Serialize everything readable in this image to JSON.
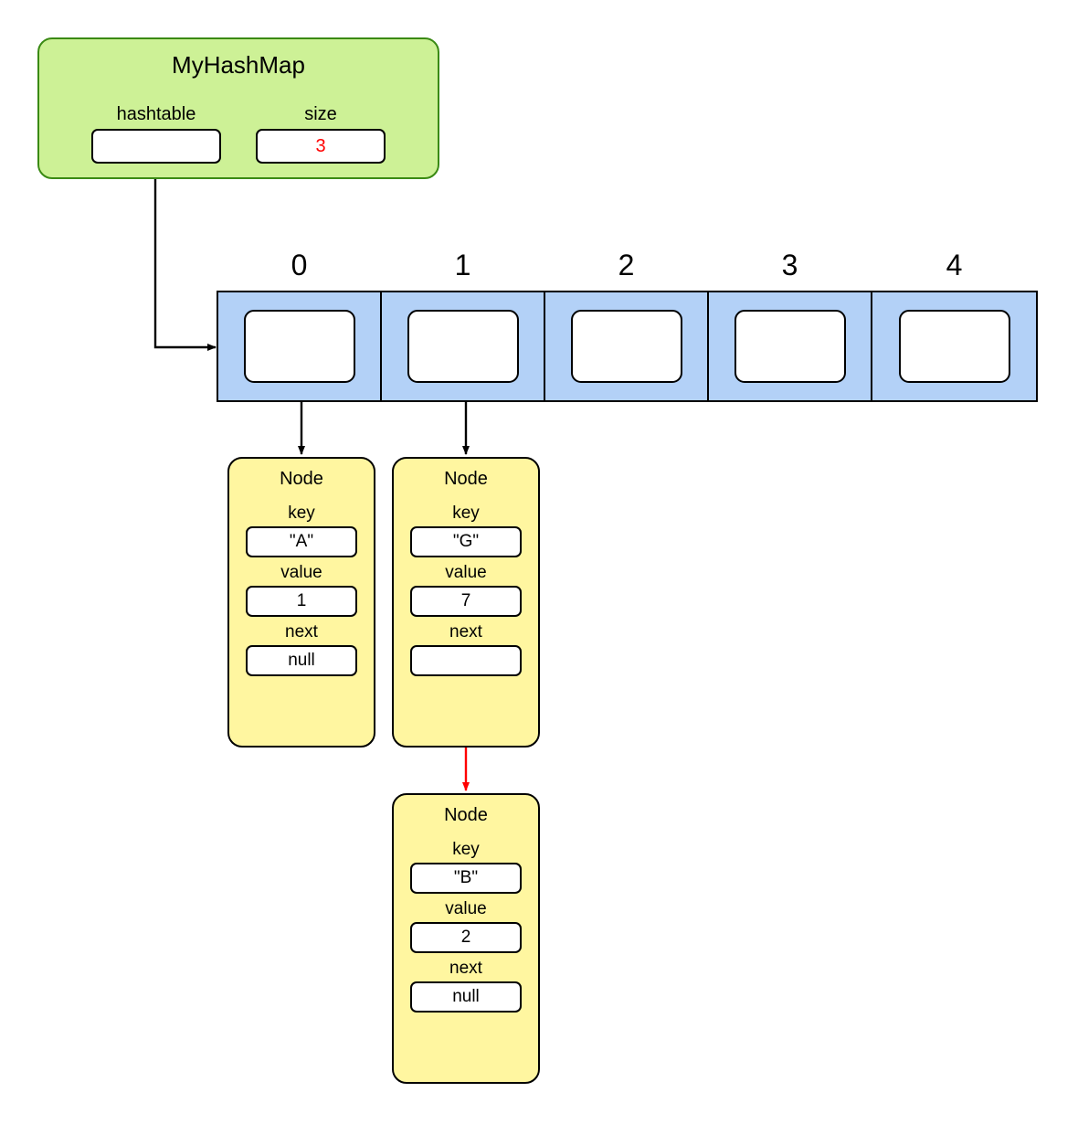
{
  "diagram": {
    "title": "MyHashMap",
    "hashmap": {
      "class_name": "MyHashMap",
      "fields": [
        {
          "label": "hashtable",
          "value": "",
          "color": "#000000"
        },
        {
          "label": "size",
          "value": "3",
          "color": "#ff0000"
        }
      ]
    },
    "array": {
      "name": "hashtable",
      "bucket_count": 5,
      "indices": [
        "0",
        "1",
        "2",
        "3",
        "4"
      ],
      "fill_color": "#b3d1f7",
      "occupied": [
        true,
        true,
        false,
        false,
        false
      ]
    },
    "nodes": [
      {
        "id": "node-a",
        "title": "Node",
        "bucket": "0",
        "fields": [
          {
            "label": "key",
            "value": "\"A\""
          },
          {
            "label": "value",
            "value": "1"
          },
          {
            "label": "next",
            "value": "null"
          }
        ]
      },
      {
        "id": "node-g",
        "title": "Node",
        "bucket": "1",
        "fields": [
          {
            "label": "key",
            "value": "\"G\""
          },
          {
            "label": "value",
            "value": "7"
          },
          {
            "label": "next",
            "value": ""
          }
        ]
      },
      {
        "id": "node-b",
        "title": "Node",
        "bucket": "1",
        "fields": [
          {
            "label": "key",
            "value": "\"B\""
          },
          {
            "label": "value",
            "value": "2"
          },
          {
            "label": "next",
            "value": "null"
          }
        ]
      }
    ],
    "colors": {
      "hashmap_fill": "#cdf196",
      "hashmap_border": "#3a8a14",
      "bucket_fill": "#b3d1f7",
      "node_fill": "#fff6a0",
      "arrow_black": "#000000",
      "arrow_red": "#ff0000"
    }
  }
}
